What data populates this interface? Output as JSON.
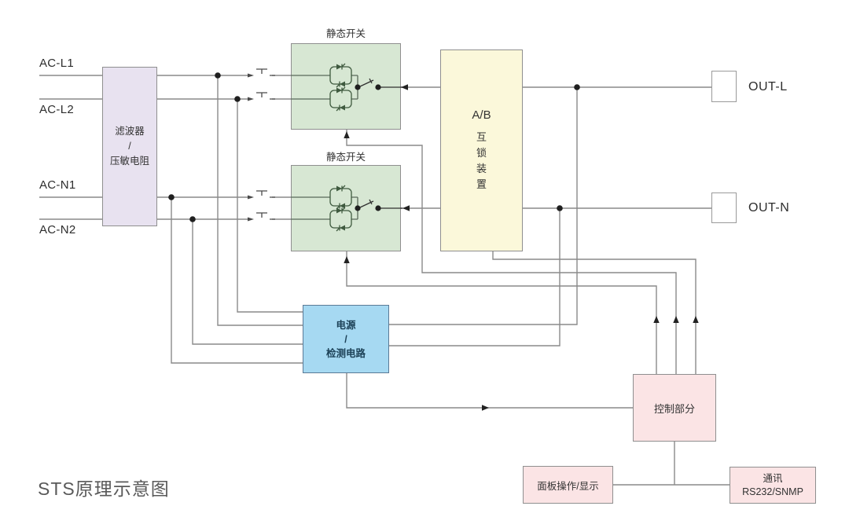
{
  "title": "STS原理示意图",
  "inputs": {
    "l1": "AC-L1",
    "l2": "AC-L2",
    "n1": "AC-N1",
    "n2": "AC-N2"
  },
  "outputs": {
    "l": "OUT-L",
    "n": "OUT-N"
  },
  "blocks": {
    "filter": {
      "line1": "滤波器",
      "line2": "/",
      "line3": "压敏电阻"
    },
    "static_switch_a": {
      "label": "静态开关"
    },
    "static_switch_b": {
      "label": "静态开关"
    },
    "interlock": {
      "title": "A/B",
      "char1": "互",
      "char2": "锁",
      "char3": "装",
      "char4": "置"
    },
    "power_detect": {
      "line1": "电源",
      "line2": "/",
      "line3": "检测电路"
    },
    "control": {
      "label": "控制部分"
    },
    "panel": {
      "label": "面板操作/显示"
    },
    "comm": {
      "line1": "通讯",
      "line2": "RS232/SNMP"
    }
  },
  "colors": {
    "wire": "#8a8a8a",
    "filter_box": "#e8e2f0",
    "static_switch_box": "#d7e7d3",
    "interlock_box": "#fbf8da",
    "power_detect_box": "#a6d9f2",
    "control_box": "#fbe4e5",
    "text": "#333333",
    "title": "#595959"
  }
}
